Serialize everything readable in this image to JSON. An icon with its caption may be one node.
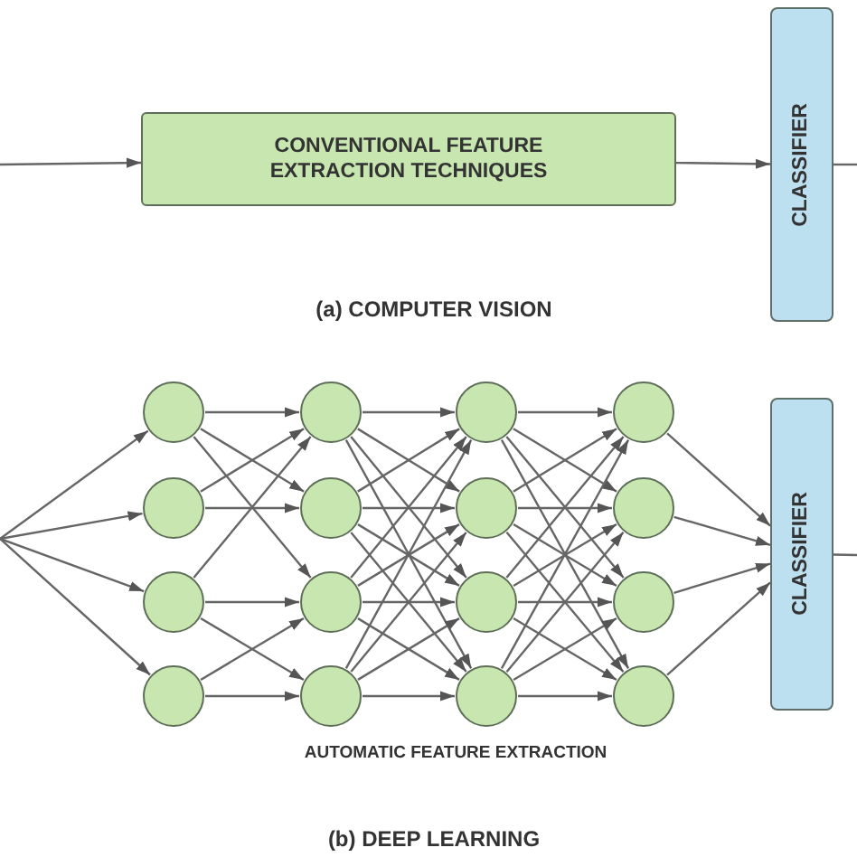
{
  "diagram": {
    "nodes": [
      {
        "text": [
          "CONVENTIONAL FEATURE EXTRACTION TECHNIQUES"
        ]
      },
      {
        "text": [
          "CLASSIFIER"
        ]
      },
      {
        "text": [],
        "shape": "circle"
      },
      {
        "text": [],
        "shape": "circle"
      },
      {
        "text": [],
        "shape": "circle"
      },
      {
        "text": [],
        "shape": "circle"
      },
      {
        "text": [],
        "shape": "circle"
      },
      {
        "text": [],
        "shape": "circle"
      },
      {
        "text": [],
        "shape": "circle"
      },
      {
        "text": [],
        "shape": "circle"
      },
      {
        "text": [],
        "shape": "circle"
      },
      {
        "text": [],
        "shape": "circle"
      },
      {
        "text": [],
        "shape": "circle"
      },
      {
        "text": [],
        "shape": "circle"
      },
      {
        "text": [],
        "shape": "circle"
      },
      {
        "text": [],
        "shape": "circle"
      },
      {
        "text": [],
        "shape": "circle"
      },
      {
        "text": [],
        "shape": "circle"
      },
      {
        "text": [
          "CLASSIFIER"
        ]
      }
    ],
    "edges": [
      {
        "from": null,
        "to": 0,
        "arrow": "to"
      },
      {
        "from": 0,
        "to": 1,
        "arrow": "to"
      },
      {
        "from": 1,
        "to": null,
        "arrow": "none"
      },
      {
        "from": null,
        "to": 2,
        "arrow": "to"
      },
      {
        "from": null,
        "to": 3,
        "arrow": "to"
      },
      {
        "from": null,
        "to": 4,
        "arrow": "to"
      },
      {
        "from": null,
        "to": 5,
        "arrow": "to"
      },
      {
        "from": 2,
        "to": 6,
        "arrow": "to"
      },
      {
        "from": 2,
        "to": 7,
        "arrow": "to"
      },
      {
        "from": 2,
        "to": 8,
        "arrow": "to"
      },
      {
        "from": 3,
        "to": 6,
        "arrow": "to"
      },
      {
        "from": 3,
        "to": 7,
        "arrow": "to"
      },
      {
        "from": 4,
        "to": 6,
        "arrow": "to"
      },
      {
        "from": 4,
        "to": 8,
        "arrow": "to"
      },
      {
        "from": 4,
        "to": 9,
        "arrow": "to"
      },
      {
        "from": 5,
        "to": 8,
        "arrow": "to"
      },
      {
        "from": 5,
        "to": 9,
        "arrow": "to"
      },
      {
        "from": 6,
        "to": 10,
        "arrow": "to"
      },
      {
        "from": 6,
        "to": 11,
        "arrow": "to"
      },
      {
        "from": 6,
        "to": 12,
        "arrow": "to"
      },
      {
        "from": 6,
        "to": 13,
        "arrow": "to"
      },
      {
        "from": 7,
        "to": 10,
        "arrow": "to"
      },
      {
        "from": 7,
        "to": 11,
        "arrow": "to"
      },
      {
        "from": 7,
        "to": 12,
        "arrow": "to"
      },
      {
        "from": 7,
        "to": 13,
        "arrow": "to"
      },
      {
        "from": 8,
        "to": 10,
        "arrow": "to"
      },
      {
        "from": 8,
        "to": 11,
        "arrow": "to"
      },
      {
        "from": 8,
        "to": 12,
        "arrow": "to"
      },
      {
        "from": 8,
        "to": 13,
        "arrow": "to"
      },
      {
        "from": 9,
        "to": 10,
        "arrow": "to"
      },
      {
        "from": 9,
        "to": 11,
        "arrow": "to"
      },
      {
        "from": 9,
        "to": 12,
        "arrow": "to"
      },
      {
        "from": 9,
        "to": 13,
        "arrow": "to"
      },
      {
        "from": 10,
        "to": 14,
        "arrow": "to"
      },
      {
        "from": 10,
        "to": 15,
        "arrow": "to"
      },
      {
        "from": 10,
        "to": 16,
        "arrow": "to"
      },
      {
        "from": 10,
        "to": 17,
        "arrow": "to"
      },
      {
        "from": 11,
        "to": 14,
        "arrow": "to"
      },
      {
        "from": 11,
        "to": 15,
        "arrow": "to"
      },
      {
        "from": 11,
        "to": 16,
        "arrow": "to"
      },
      {
        "from": 11,
        "to": 17,
        "arrow": "to"
      },
      {
        "from": 12,
        "to": 14,
        "arrow": "to"
      },
      {
        "from": 12,
        "to": 15,
        "arrow": "to"
      },
      {
        "from": 12,
        "to": 16,
        "arrow": "to"
      },
      {
        "from": 12,
        "to": 17,
        "arrow": "to"
      },
      {
        "from": 13,
        "to": 14,
        "arrow": "to"
      },
      {
        "from": 13,
        "to": 15,
        "arrow": "to"
      },
      {
        "from": 13,
        "to": 16,
        "arrow": "to"
      },
      {
        "from": 13,
        "to": 17,
        "arrow": "to"
      },
      {
        "from": 14,
        "to": 18,
        "arrow": "to"
      },
      {
        "from": 15,
        "to": 18,
        "arrow": "to"
      },
      {
        "from": 16,
        "to": 18,
        "arrow": "to"
      },
      {
        "from": 17,
        "to": 18,
        "arrow": "to"
      },
      {
        "from": 18,
        "to": null,
        "arrow": "none"
      }
    ],
    "labels": [
      "(a) COMPUTER VISION",
      "AUTOMATIC FEATURE EXTRACTION",
      "(b) DEEP LEARNING"
    ]
  }
}
